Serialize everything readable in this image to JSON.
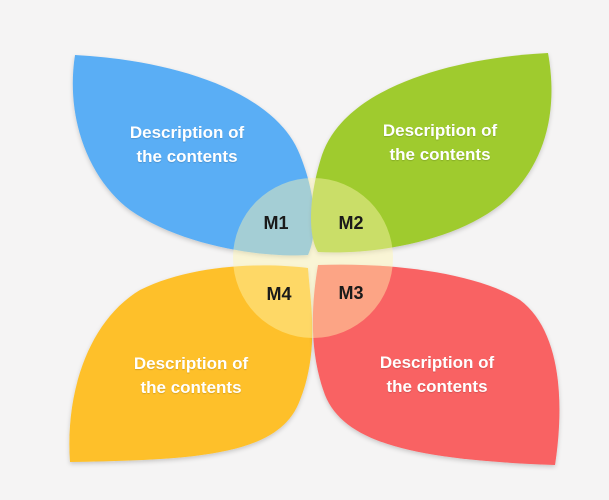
{
  "petals": [
    {
      "id": "m1",
      "line1": "Description of",
      "line2": "the contents",
      "color": "#5aaef5",
      "label": "M1"
    },
    {
      "id": "m2",
      "line1": "Description of",
      "line2": "the contents",
      "color": "#9fcb2e",
      "label": "M2"
    },
    {
      "id": "m3",
      "line1": "Description of",
      "line2": "the contents",
      "color": "#f96263",
      "label": "M3"
    },
    {
      "id": "m4",
      "line1": "Description of",
      "line2": "the contents",
      "color": "#fec02b",
      "label": "M4"
    }
  ],
  "center": {
    "overlay_color": "#fff6b0"
  }
}
